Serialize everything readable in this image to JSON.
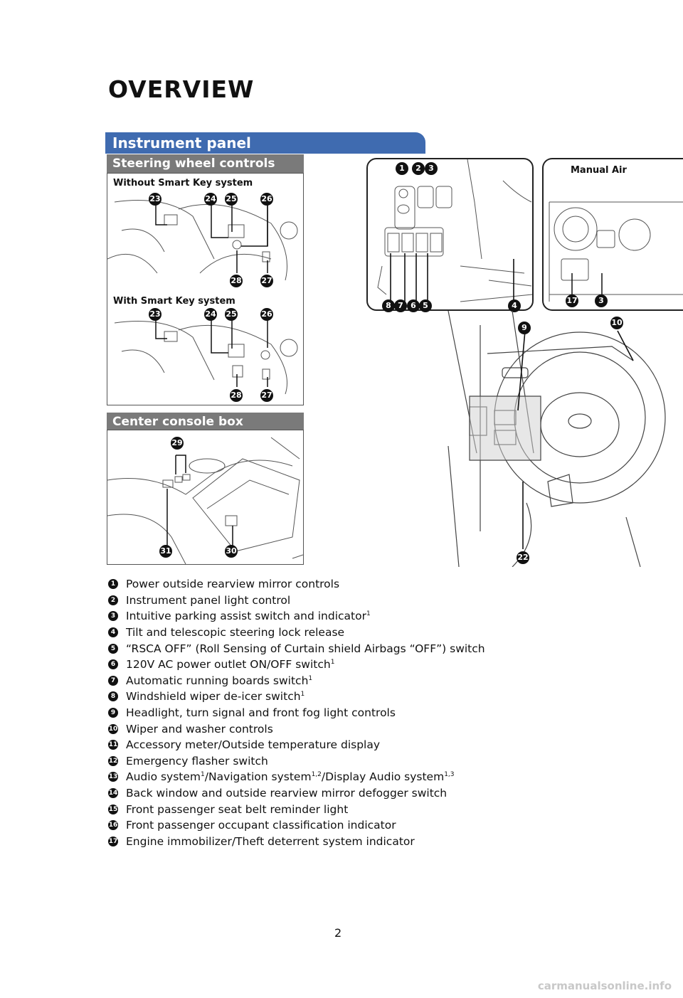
{
  "title": "OVERVIEW",
  "section": "Instrument panel",
  "steering": {
    "header": "Steering wheel controls",
    "without_label": "Without Smart Key system",
    "with_label": "With Smart Key system",
    "badges_top": [
      "23",
      "24",
      "25",
      "26"
    ],
    "badges_bottom": [
      "28",
      "27"
    ]
  },
  "console": {
    "header": "Center console box",
    "badges": [
      "29",
      "31",
      "30"
    ]
  },
  "dash": {
    "badges_top": [
      "1",
      "2",
      "3"
    ],
    "badges_bottom": [
      "8",
      "7",
      "6",
      "5",
      "4"
    ],
    "badge_9": "9",
    "badge_10": "10",
    "badge_22": "22"
  },
  "manual_air": {
    "label": "Manual Air",
    "badges": [
      "17",
      "3"
    ]
  },
  "items": [
    {
      "n": "1",
      "text": "Power outside rearview mirror controls",
      "sup": "",
      "tail": "",
      "sup2": ""
    },
    {
      "n": "2",
      "text": "Instrument panel light control",
      "sup": "",
      "tail": "",
      "sup2": ""
    },
    {
      "n": "3",
      "text": "Intuitive parking assist switch and indicator",
      "sup": "1",
      "tail": "",
      "sup2": ""
    },
    {
      "n": "4",
      "text": "Tilt and telescopic steering lock release",
      "sup": "",
      "tail": "",
      "sup2": ""
    },
    {
      "n": "5",
      "text": "“RSCA OFF” (Roll Sensing of Curtain shield Airbags “OFF”) switch",
      "sup": "",
      "tail": "",
      "sup2": ""
    },
    {
      "n": "6",
      "text": "120V AC power outlet ON/OFF switch",
      "sup": "1",
      "tail": "",
      "sup2": ""
    },
    {
      "n": "7",
      "text": "Automatic running boards switch",
      "sup": "1",
      "tail": "",
      "sup2": ""
    },
    {
      "n": "8",
      "text": "Windshield wiper de-icer switch",
      "sup": "1",
      "tail": "",
      "sup2": ""
    },
    {
      "n": "9",
      "text": "Headlight, turn signal and front fog light controls",
      "sup": "",
      "tail": "",
      "sup2": ""
    },
    {
      "n": "10",
      "text": "Wiper and washer controls",
      "sup": "",
      "tail": "",
      "sup2": ""
    },
    {
      "n": "11",
      "text": "Accessory meter/Outside temperature display",
      "sup": "",
      "tail": "",
      "sup2": ""
    },
    {
      "n": "12",
      "text": "Emergency flasher switch",
      "sup": "",
      "tail": "",
      "sup2": ""
    },
    {
      "n": "13",
      "text": "Audio system",
      "sup": "1",
      "tail": "/Navigation system",
      "sup2": "1,2",
      "tail2": "/Display Audio system",
      "sup3": "1,3"
    },
    {
      "n": "14",
      "text": "Back window and outside rearview mirror defogger switch",
      "sup": "",
      "tail": "",
      "sup2": ""
    },
    {
      "n": "15",
      "text": "Front passenger seat belt reminder light",
      "sup": "",
      "tail": "",
      "sup2": ""
    },
    {
      "n": "16",
      "text": "Front passenger occupant classification indicator",
      "sup": "",
      "tail": "",
      "sup2": ""
    },
    {
      "n": "17",
      "text": "Engine immobilizer/Theft deterrent system indicator",
      "sup": "",
      "tail": "",
      "sup2": ""
    }
  ],
  "page_number": "2",
  "watermark": "carmanualsonline.info"
}
